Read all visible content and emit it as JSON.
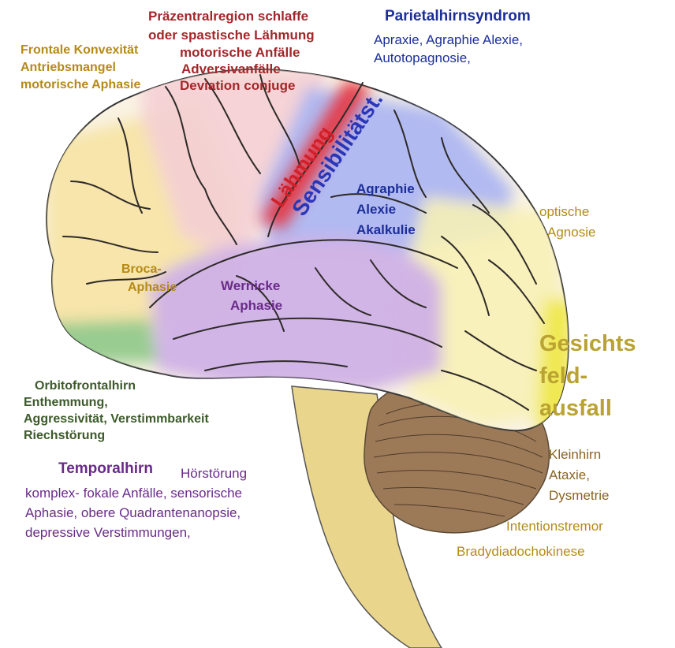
{
  "labels": {
    "praezentral": [
      "Präzentralregion schlaffe",
      "oder spastische Lähmung",
      "motorische Anfälle",
      "Adversivanfälle",
      "Deviation conjuge"
    ],
    "frontal": [
      "Frontale Konvexität",
      "Antriebsmangel",
      "motorische Aphasie"
    ],
    "parietal_title": "Parietalhirnsyndrom",
    "parietal_text": [
      "Apraxie, Agraphie Alexie,",
      "Autotopagnosie,"
    ],
    "laehmung": "Lähmung",
    "sensibilitaet": "Sensibilitätst.",
    "agraphie": [
      "Agraphie",
      "Alexie",
      "Akalkulie"
    ],
    "optische": [
      "optische",
      "Agnosie"
    ],
    "broca": [
      "Broca-",
      "Aphasie"
    ],
    "wernicke": [
      "Wernicke",
      "Aphasie"
    ],
    "gesichts": [
      "Gesichts",
      "feld-",
      "ausfall"
    ],
    "orbito": [
      "Orbitofrontalhirn",
      "Enthemmung,",
      "Aggressivität, Verstimmbarkeit",
      "Riechstörung"
    ],
    "temporal_title": "Temporalhirn",
    "temporal_text": [
      "Hörstörung",
      "komplex- fokale Anfälle, sensorische",
      "Aphasie, obere Quadrantenanopsie,",
      "depressive Verstimmungen,"
    ],
    "kleinhirn": [
      "Kleinhirn",
      "Ataxie,",
      "Dysmetrie"
    ],
    "intentionstremor": "Intentionstremor",
    "bradydiadochokinese": "Bradydiadochokinese"
  },
  "colors": {
    "frontal_region": "#f6e3a4",
    "premotor_region": "#f4cfd4",
    "motor_strip": "#e8323a",
    "parietal_region": "#a9b4f2",
    "occipital_region": "#f7f1b6",
    "visual_region": "#efe84c",
    "temporal_region": "#cfb1e6",
    "orbito_region": "#93c98c",
    "brainstem": "#ead58c",
    "cerebellum": "#9c7a58"
  }
}
